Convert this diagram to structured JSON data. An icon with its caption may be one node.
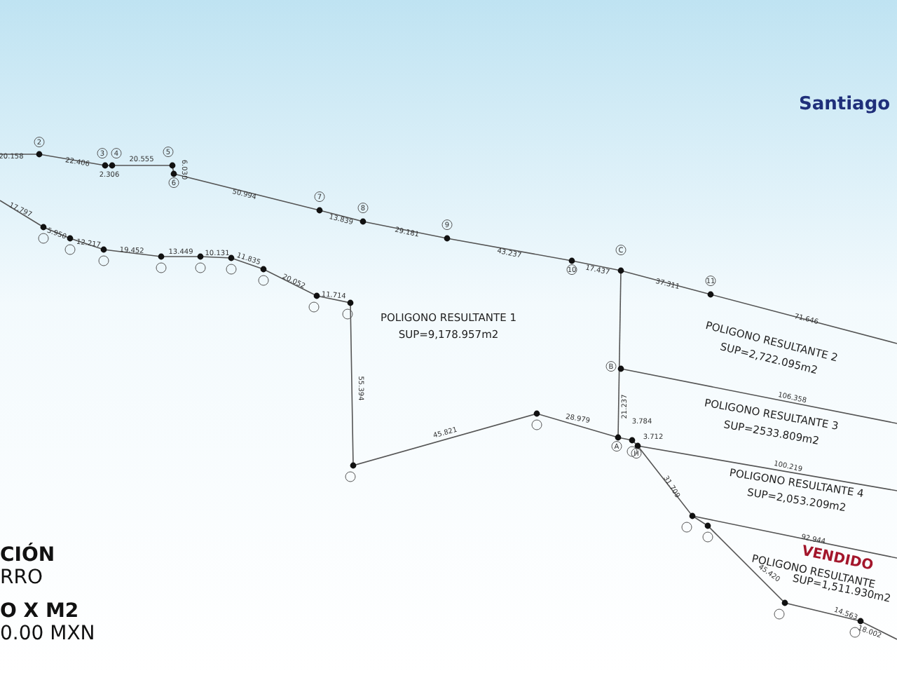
{
  "diagram": {
    "labels": [
      "Santiago",
      "20.158",
      "2",
      "22.406",
      "3",
      "4",
      "2.306",
      "20.555",
      "5",
      "6",
      "6.030",
      "50.994",
      "7",
      "13.839",
      "8",
      "29.181",
      "9",
      "43.237",
      "10",
      "17.437",
      "C",
      "37.311",
      "11",
      "71.646",
      "17.797",
      "5.950",
      "12.217",
      "19.452",
      "13.449",
      "10.131",
      "11.835",
      "20.052",
      "11.714",
      "55.394",
      "45.821",
      "POLIGONO RESULTANTE 1",
      "SUP=9,178.957m2",
      "21.237",
      "B",
      "POLIGONO RESULTANTE 2",
      "SUP=2,722.095m2",
      "106.358",
      "28.979",
      "3.784",
      "3.712",
      "A",
      "H",
      "POLIGONO RESULTANTE 3",
      "SUP=2533.809m2",
      "100.219",
      "31.709",
      "POLIGONO RESULTANTE 4",
      "SUP=2,053.209m2",
      "CIÓN",
      "RRO",
      "O X M2",
      "0.00 MXN",
      "92.944",
      "VENDIDO",
      "POLIGONO RESULTANTE",
      "SUP=1,511.930m2",
      "45.420",
      "14.563",
      "18.002"
    ]
  }
}
